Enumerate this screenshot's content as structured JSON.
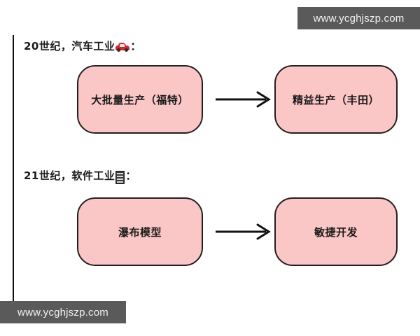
{
  "page": {
    "background_color": "#ffffff",
    "box_fill_color": "#fbc6c6",
    "box_border_color": "#231f20",
    "watermark_bg_color": "#5a5a5a",
    "watermark_text_color": "#f2f2f2"
  },
  "watermarks": {
    "top_right": "www.ycghjszp.com",
    "bottom_left": "www.ycghjszp.com"
  },
  "sections": [
    {
      "id": "century20",
      "heading_prefix": "20世纪，汽车工业",
      "heading_icon": "car-icon",
      "heading_suffix": "：",
      "from_box": "大批量生产（福特）",
      "to_box": "精益生产（丰田）",
      "arrow": "arrow-right-icon"
    },
    {
      "id": "century21",
      "heading_prefix": "21世纪，软件工业",
      "heading_icon": "server-icon",
      "heading_suffix": "：",
      "from_box": "瀑布模型",
      "to_box": "敏捷开发",
      "arrow": "arrow-right-icon"
    }
  ]
}
